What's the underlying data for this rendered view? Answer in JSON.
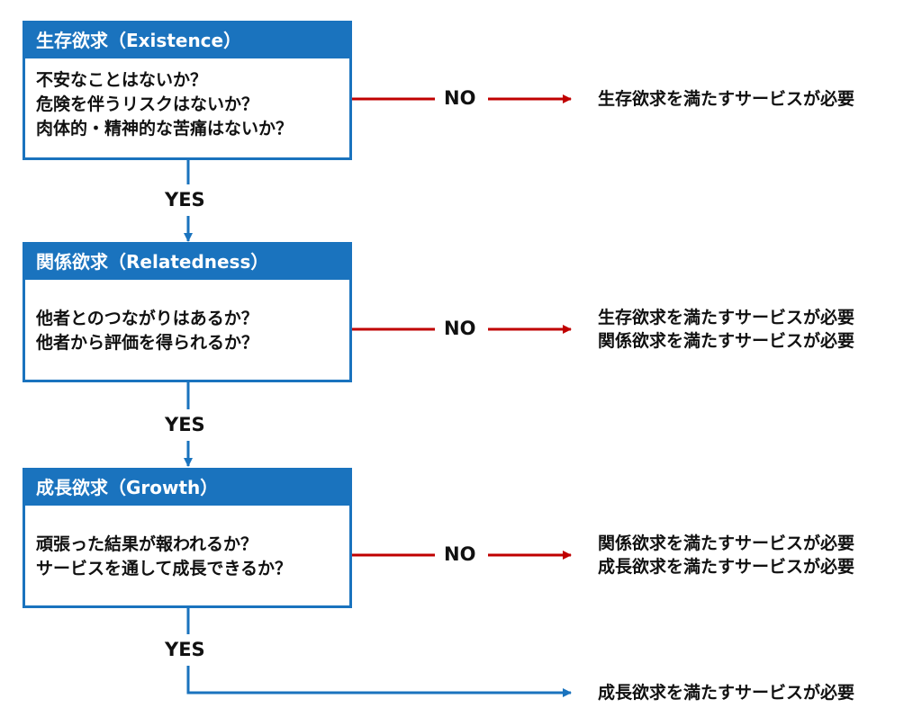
{
  "stages": [
    {
      "title": "生存欲求（Existence）",
      "questions": [
        "不安なことはないか？",
        "危険を伴うリスクはないか？",
        "肉体的・精神的な苦痛はないか？"
      ],
      "no_label": "NO",
      "no_results": [
        "生存欲求を満たすサービスが必要"
      ],
      "yes_label": "YES"
    },
    {
      "title": "関係欲求（Relatedness）",
      "questions": [
        "他者とのつながりはあるか？",
        "他者から評価を得られるか？"
      ],
      "no_label": "NO",
      "no_results": [
        "生存欲求を満たすサービスが必要",
        "関係欲求を満たすサービスが必要"
      ],
      "yes_label": "YES"
    },
    {
      "title": "成長欲求（Growth）",
      "questions": [
        "頑張った結果が報われるか？",
        "サービスを通して成長できるか？"
      ],
      "no_label": "NO",
      "no_results": [
        "関係欲求を満たすサービスが必要",
        "成長欲求を満たすサービスが必要"
      ],
      "yes_label": "YES"
    }
  ],
  "final_result": "成長欲求を満たすサービスが必要",
  "colors": {
    "box": "#1a73be",
    "no_arrow": "#c00000",
    "yes_arrow": "#1a73be"
  }
}
